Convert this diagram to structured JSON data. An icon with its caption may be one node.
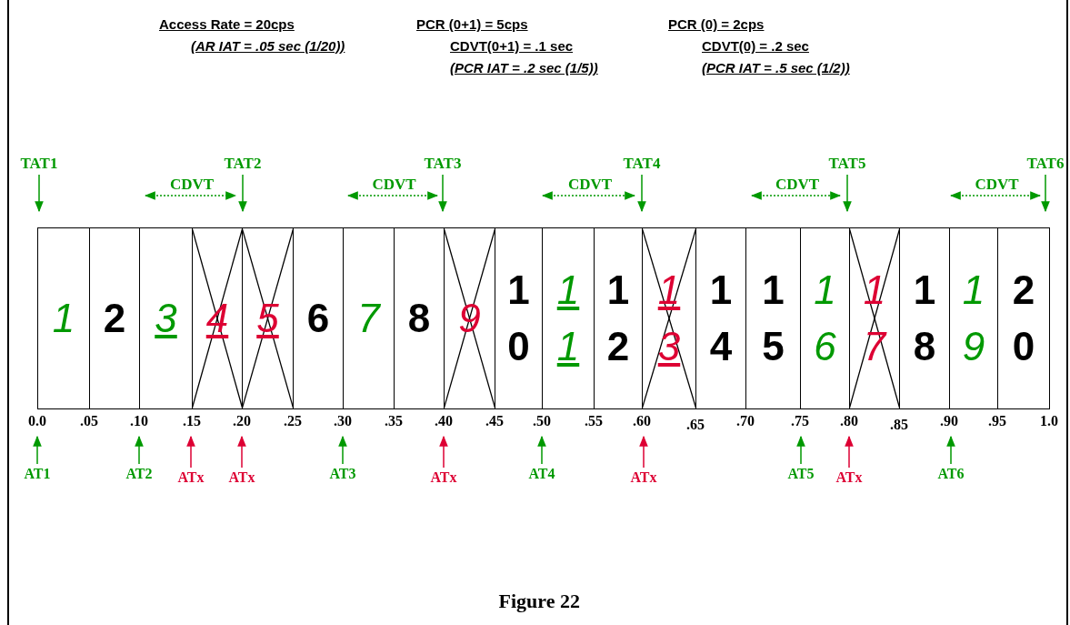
{
  "diagram": {
    "caption": "Figure 22",
    "nodes": [
      {
        "text": [
          "TAT1"
        ]
      },
      {
        "text": [
          "TAT2"
        ]
      },
      {
        "text": [
          "TAT3"
        ]
      },
      {
        "text": [
          "TAT4"
        ]
      },
      {
        "text": [
          "TAT5"
        ]
      },
      {
        "text": [
          "TAT6"
        ]
      },
      {
        "text": [
          "1"
        ]
      },
      {
        "text": [
          "2"
        ]
      },
      {
        "text": [
          "3"
        ]
      },
      {
        "text": [
          "4"
        ]
      },
      {
        "text": [
          "5"
        ]
      },
      {
        "text": [
          "6"
        ]
      },
      {
        "text": [
          "7"
        ]
      },
      {
        "text": [
          "8"
        ]
      },
      {
        "text": [
          "9"
        ]
      },
      {
        "text": [
          "10"
        ]
      },
      {
        "text": [
          "11"
        ]
      },
      {
        "text": [
          "12"
        ]
      },
      {
        "text": [
          "13"
        ]
      },
      {
        "text": [
          "14"
        ]
      },
      {
        "text": [
          "15"
        ]
      },
      {
        "text": [
          "16"
        ]
      },
      {
        "text": [
          "17"
        ]
      },
      {
        "text": [
          "18"
        ]
      },
      {
        "text": [
          "19"
        ]
      },
      {
        "text": [
          "20"
        ]
      },
      {
        "text": [
          "AT1"
        ]
      },
      {
        "text": [
          "AT2"
        ]
      },
      {
        "text": [
          "ATx"
        ]
      },
      {
        "text": [
          "ATx"
        ]
      },
      {
        "text": [
          "AT3"
        ]
      },
      {
        "text": [
          "ATx"
        ]
      },
      {
        "text": [
          "AT4"
        ]
      },
      {
        "text": [
          "ATx"
        ]
      },
      {
        "text": [
          "AT5"
        ]
      },
      {
        "text": [
          "ATx"
        ]
      },
      {
        "text": [
          "AT6"
        ]
      }
    ],
    "edges": [
      {
        "from": 0,
        "to": 6,
        "arrow": "to"
      },
      {
        "from": 1,
        "to": 9,
        "arrow": "to"
      },
      {
        "from": 2,
        "to": 13,
        "arrow": "to"
      },
      {
        "from": 3,
        "to": 17,
        "arrow": "to"
      },
      {
        "from": 4,
        "to": 21,
        "arrow": "to"
      },
      {
        "from": 5,
        "to": 25,
        "arrow": "to"
      },
      {
        "from": 26,
        "to": 6,
        "arrow": "to"
      },
      {
        "from": 27,
        "to": 7,
        "arrow": "to"
      },
      {
        "from": 28,
        "to": 9,
        "arrow": "to",
        "color": "#dd0033"
      },
      {
        "from": 29,
        "to": 9,
        "arrow": "to",
        "color": "#dd0033"
      },
      {
        "from": 30,
        "to": 11,
        "arrow": "to"
      },
      {
        "from": 31,
        "to": 13,
        "arrow": "to",
        "color": "#dd0033"
      },
      {
        "from": 32,
        "to": 15,
        "arrow": "to"
      },
      {
        "from": 33,
        "to": 17,
        "arrow": "to",
        "color": "#dd0033"
      },
      {
        "from": 34,
        "to": 20,
        "arrow": "to"
      },
      {
        "from": 35,
        "to": 21,
        "arrow": "to",
        "color": "#dd0033"
      },
      {
        "from": 36,
        "to": 23,
        "arrow": "to"
      }
    ],
    "labels": [
      "Access Rate = 20cps",
      "(AR IAT = .05 sec (1/20))",
      "PCR (0+1) = 5cps",
      "CDVT(0+1) = .1 sec",
      "(PCR IAT = .2 sec (1/5))",
      "PCR (0) = 2cps",
      "CDVT(0) = .2 sec",
      "(PCR IAT = .5 sec (1/2))",
      "CDVT",
      "CDVT",
      "CDVT",
      "CDVT",
      "CDVT",
      "0.0",
      ".05",
      ".10",
      ".15",
      ".20",
      ".25",
      ".30",
      ".35",
      ".40",
      ".45",
      ".50",
      ".55",
      ".60",
      ".65",
      ".70",
      ".75",
      ".80",
      ".85",
      ".90",
      ".95",
      "1.0"
    ]
  }
}
